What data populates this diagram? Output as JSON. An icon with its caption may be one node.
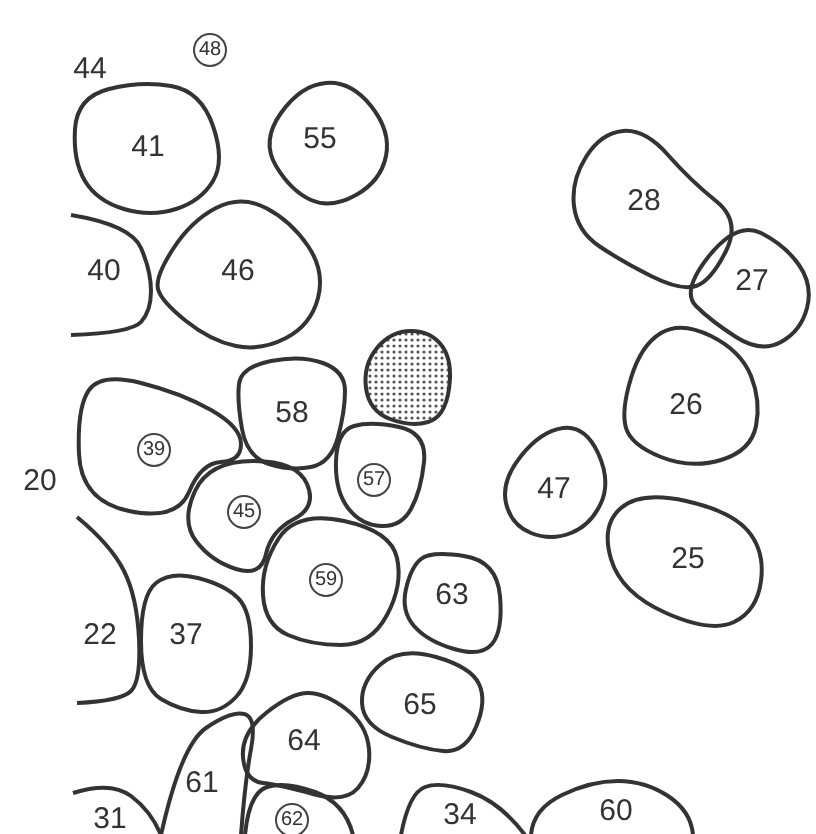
{
  "diagram": {
    "nodes": [
      {
        "text": [
          "48"
        ]
      },
      {
        "text": [
          "41"
        ]
      },
      {
        "text": [
          "55"
        ]
      },
      {
        "text": [
          "40"
        ]
      },
      {
        "text": [
          "46"
        ]
      },
      {
        "text": [
          "28"
        ]
      },
      {
        "text": [
          "27"
        ]
      },
      {
        "text": [
          "58"
        ]
      },
      {
        "text": [],
        "shape": "circle"
      },
      {
        "text": [
          "26"
        ]
      },
      {
        "text": [
          "39"
        ]
      },
      {
        "text": [
          "57"
        ]
      },
      {
        "text": [
          "45"
        ]
      },
      {
        "text": [
          "47"
        ]
      },
      {
        "text": [
          "59"
        ]
      },
      {
        "text": [
          "63"
        ]
      },
      {
        "text": [
          "25"
        ]
      },
      {
        "text": [
          "22"
        ]
      },
      {
        "text": [
          "37"
        ]
      },
      {
        "text": [
          "65"
        ]
      },
      {
        "text": [
          "64"
        ]
      },
      {
        "text": [
          "61"
        ]
      },
      {
        "text": [
          "62"
        ]
      },
      {
        "text": [
          "34"
        ]
      },
      {
        "text": [
          "60"
        ]
      },
      {
        "text": [
          "31"
        ]
      }
    ],
    "labels": [
      "44",
      "20"
    ]
  }
}
